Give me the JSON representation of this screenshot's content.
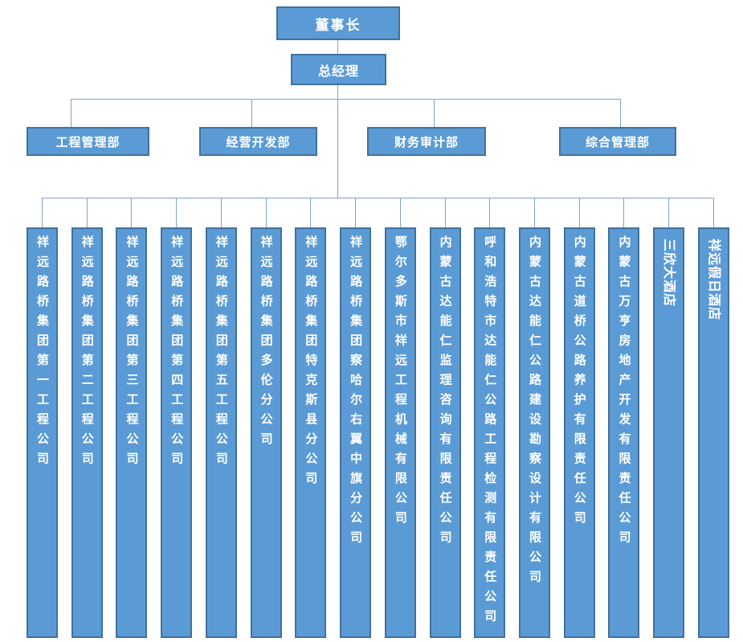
{
  "colors": {
    "box_fill": "#5B9BD5",
    "box_border": "#41719C",
    "line": "#7FA4C8",
    "text": "#FFFFFF"
  },
  "chart": {
    "chairman": "董事长",
    "general_manager": "总经理",
    "departments": [
      "工程管理部",
      "经营开发部",
      "财务审计部",
      "综合管理部"
    ],
    "subsidiaries": [
      {
        "name": "祥远路桥集团第一工程公司",
        "orientation": "upright"
      },
      {
        "name": "祥远路桥集团第二工程公司",
        "orientation": "upright"
      },
      {
        "name": "祥远路桥集团第三工程公司",
        "orientation": "upright"
      },
      {
        "name": "祥远路桥集团第四工程公司",
        "orientation": "upright"
      },
      {
        "name": "祥远路桥集团第五工程公司",
        "orientation": "upright"
      },
      {
        "name": "祥远路桥集团多伦分公司",
        "orientation": "upright"
      },
      {
        "name": "祥远路桥集团特克斯县分公司",
        "orientation": "upright"
      },
      {
        "name": "祥远路桥集团察哈尔右翼中旗分公司",
        "orientation": "upright"
      },
      {
        "name": "鄂尔多斯市祥远工程机械有限公司",
        "orientation": "upright"
      },
      {
        "name": "内蒙古达能仁监理咨询有限责任公司",
        "orientation": "upright"
      },
      {
        "name": "呼和浩特市达能仁公路工程检测有限责任公司",
        "orientation": "upright"
      },
      {
        "name": "内蒙古达能仁公路建设勘察设计有限公司",
        "orientation": "upright"
      },
      {
        "name": "内蒙古道桥公路养护有限责任公司",
        "orientation": "upright"
      },
      {
        "name": "内蒙古万亨房地产开发有限责任公司",
        "orientation": "upright"
      },
      {
        "name": "三欣大酒店",
        "orientation": "rotated"
      },
      {
        "name": "祥远假日酒店",
        "orientation": "rotated"
      }
    ]
  }
}
